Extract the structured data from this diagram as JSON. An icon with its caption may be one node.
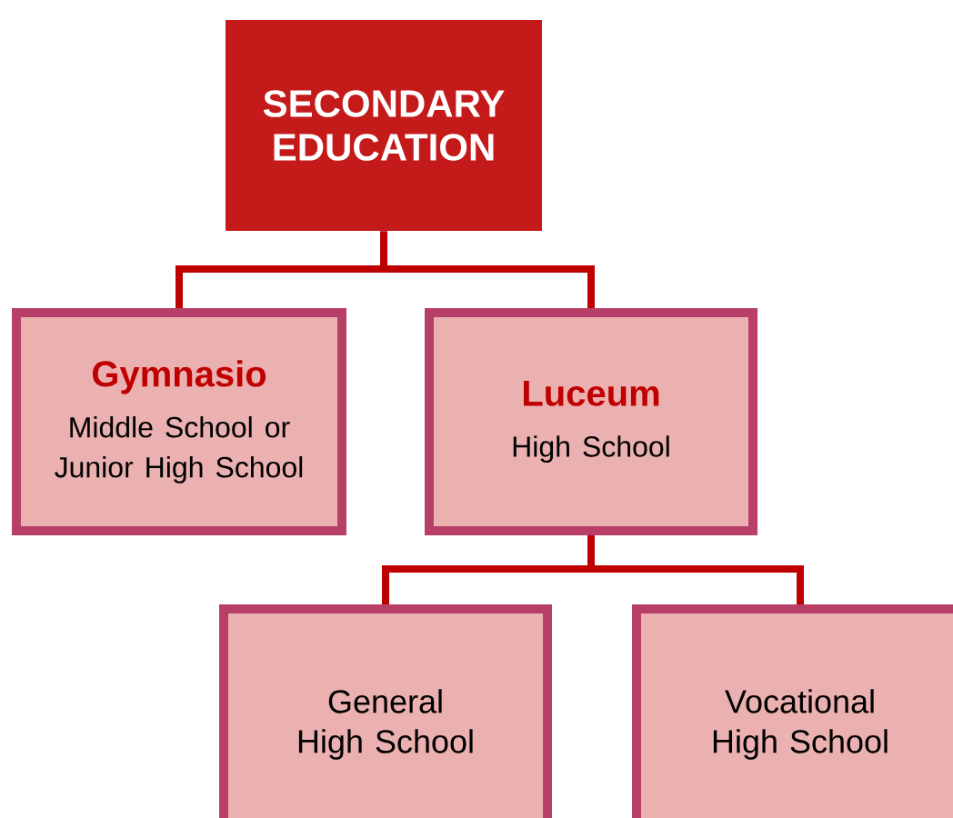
{
  "diagram": {
    "nodes": [
      {
        "text": [
          "SECONDARY EDUCATION"
        ]
      },
      {
        "text": [
          "Gymnasio",
          "Middle School or Junior High School"
        ]
      },
      {
        "text": [
          "Luceum",
          "High School"
        ]
      },
      {
        "text": [
          "General High School"
        ]
      },
      {
        "text": [
          "Vocational High School"
        ]
      }
    ],
    "edges": [
      {
        "from": 0,
        "to": 1,
        "arrow": "none"
      },
      {
        "from": 0,
        "to": 2,
        "arrow": "none"
      },
      {
        "from": 2,
        "to": 3,
        "arrow": "none"
      },
      {
        "from": 2,
        "to": 4,
        "arrow": "none"
      }
    ]
  }
}
